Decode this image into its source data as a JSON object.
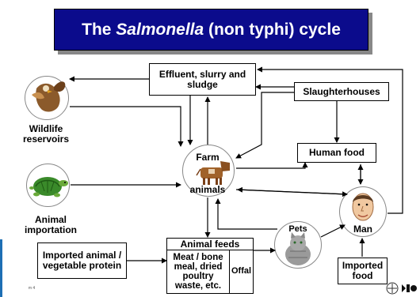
{
  "title": {
    "prefix": "The ",
    "italic": "Salmonella",
    "suffix": " (non typhi) cycle"
  },
  "nodes": {
    "effluent": "Effluent, slurry and sludge",
    "slaughterhouses": "Slaughterhouses",
    "wildlife": "Wildlife reservoirs",
    "farm_top": "Farm",
    "farm_bottom": "animals",
    "human_food": "Human food",
    "animal_importation": "Animal importation",
    "man": "Man",
    "pets": "Pets",
    "animal_feeds": "Animal feeds",
    "feed_detail": "Meat / bone meal, dried poultry waste, etc.",
    "offal": "Offal",
    "imported_animal_protein": "Imported animal / vegetable protein",
    "imported_food": "Imported food"
  },
  "footer": {
    "code": "m 4"
  },
  "icons": [
    "eagle-icon",
    "turtle-icon",
    "cow-icon",
    "cat-icon",
    "man-face-icon",
    "who-emblem-icon",
    "logo-mark-icon"
  ],
  "colors": {
    "title_bg": "#0b0b8c",
    "title_text": "#ffffff",
    "arrow": "#000000"
  }
}
